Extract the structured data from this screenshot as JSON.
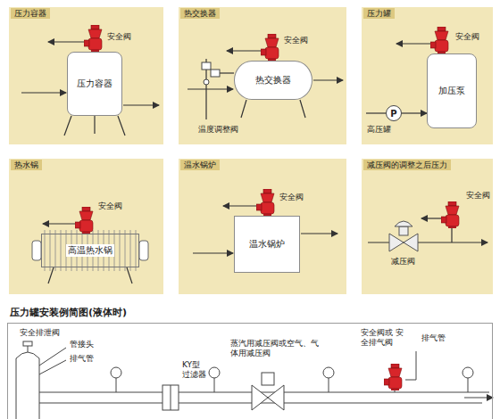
{
  "diagram": {
    "nodes": [
      {
        "text": [
          "压力容器"
        ]
      },
      {
        "text": [
          "压力容器"
        ],
        "in": 0
      },
      {
        "text": [
          "热交换器"
        ]
      },
      {
        "text": [
          "热交换器"
        ],
        "in": 2
      },
      {
        "text": [
          "压力罐"
        ]
      },
      {
        "text": [
          "P"
        ],
        "in": 4
      },
      {
        "text": [
          "加压泵"
        ],
        "in": 4
      },
      {
        "text": [
          "热水锅"
        ]
      },
      {
        "text": [
          "高温热水锅"
        ],
        "in": 7
      },
      {
        "text": [
          "温水锅炉"
        ]
      },
      {
        "text": [
          "温水锅炉"
        ],
        "in": 9
      },
      {
        "text": [
          "减压阀的调整之后压力"
        ]
      },
      {
        "text": [
          "压力罐安装例简图(液体时)"
        ]
      }
    ],
    "edges": [
      {
        "from": 5,
        "to": 6,
        "arrow": "to"
      }
    ],
    "labels": [
      "安全阀",
      "安全阀",
      "温度调整阀",
      "安全阀",
      "高压罐",
      "安全阀",
      "安全阀",
      "安全阀",
      "减压阀",
      "安全排泄阀",
      "管接头",
      "排气管",
      "KY型 过滤器",
      "蒸汽用减压阀或空气、气体用减压阀",
      "安全阀或 安全排气阀",
      "排气管"
    ]
  }
}
